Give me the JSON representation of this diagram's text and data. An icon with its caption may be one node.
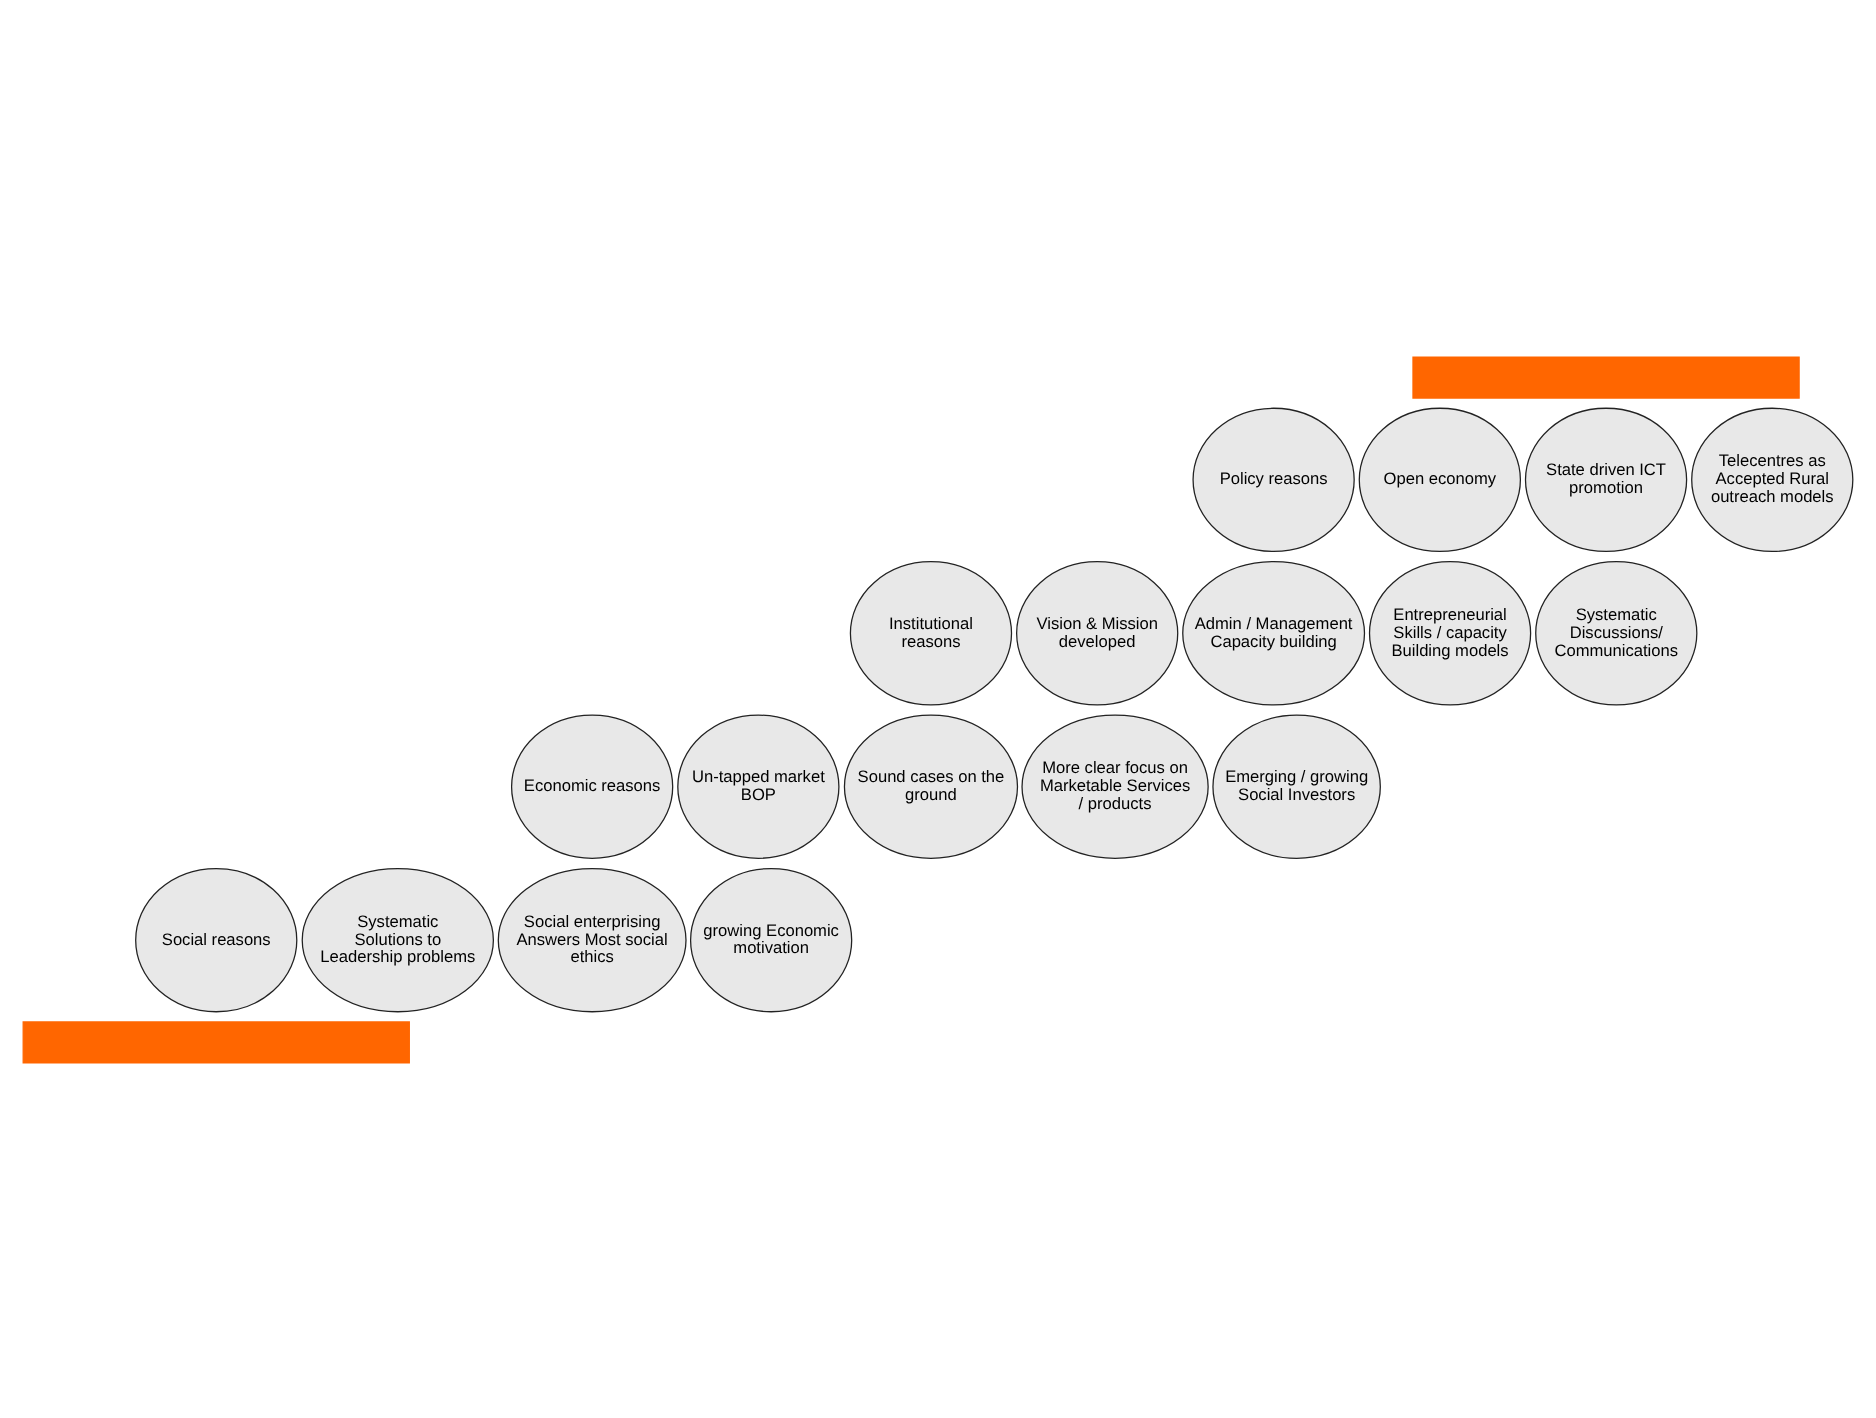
{
  "diagram": {
    "nodes": [
      {
        "text": [],
        "shape": "bar"
      },
      {
        "text": [
          "Policy reasons"
        ]
      },
      {
        "text": [
          "Open economy"
        ]
      },
      {
        "text": [
          "State driven ICT promotion"
        ]
      },
      {
        "text": [
          "Telecentres as Accepted Rural outreach models"
        ]
      },
      {
        "text": [
          "Institutional reasons"
        ]
      },
      {
        "text": [
          "Vision & Mission developed"
        ]
      },
      {
        "text": [
          "Admin / Management Capacity building"
        ]
      },
      {
        "text": [
          "Entrepreneurial Skills / capacity Building models"
        ]
      },
      {
        "text": [
          "Systematic Discussions/ Communications"
        ]
      },
      {
        "text": [
          "Economic reasons"
        ]
      },
      {
        "text": [
          "Un-tapped market BOP"
        ]
      },
      {
        "text": [
          "Sound cases on the ground"
        ]
      },
      {
        "text": [
          "More clear focus on Marketable Services / products"
        ]
      },
      {
        "text": [
          "Emerging / growing Social Investors"
        ]
      },
      {
        "text": [
          "Social reasons"
        ]
      },
      {
        "text": [
          "Systematic Solutions to Leadership problems"
        ]
      },
      {
        "text": [
          "Social enterprising Answers Most social ethics"
        ]
      },
      {
        "text": [
          "growing Economic motivation"
        ]
      },
      {
        "text": [],
        "shape": "bar"
      }
    ],
    "edges": []
  }
}
